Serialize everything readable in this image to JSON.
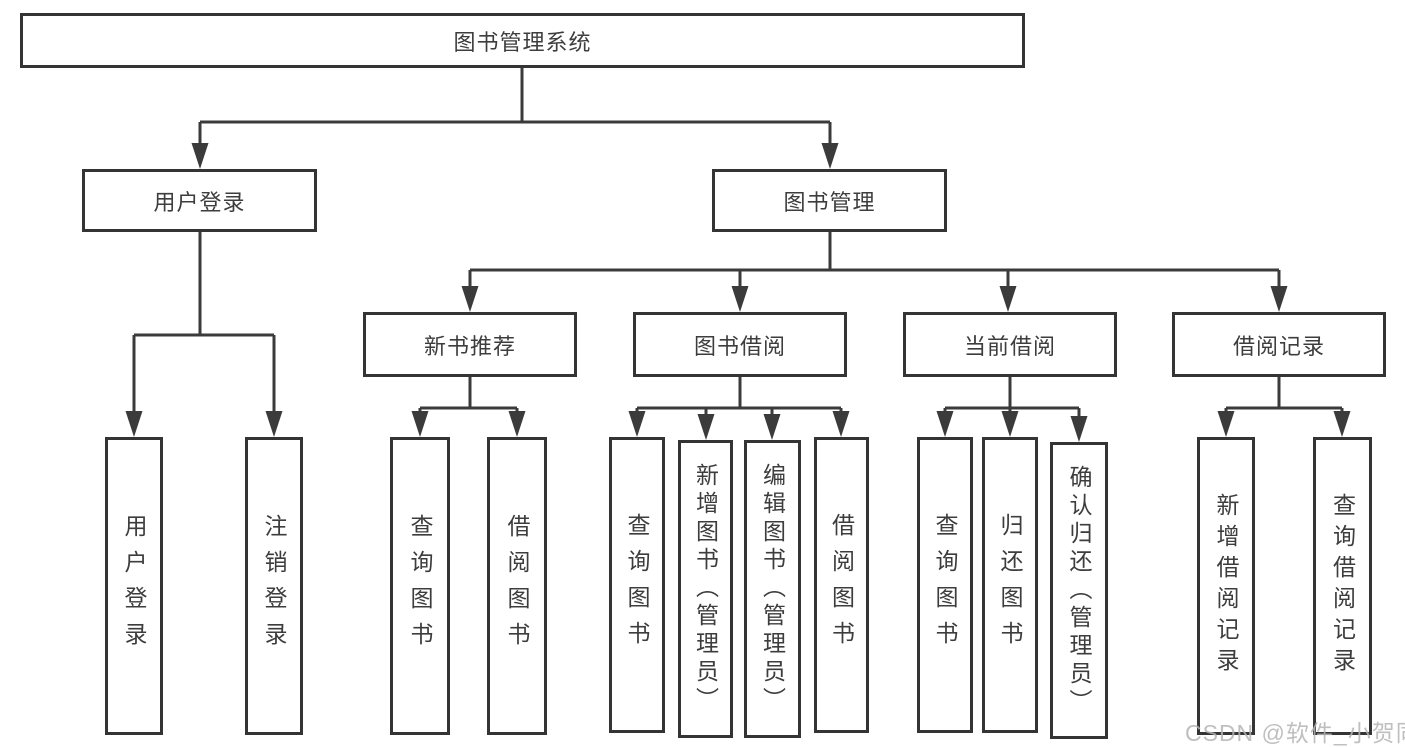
{
  "diagram": {
    "type": "tree",
    "root": {
      "label": "图书管理系统",
      "children": [
        {
          "label": "用户登录",
          "children": [
            {
              "label": "用户登录"
            },
            {
              "label": "注销登录"
            }
          ]
        },
        {
          "label": "图书管理",
          "children": [
            {
              "label": "新书推荐",
              "children": [
                {
                  "label": "查询图书"
                },
                {
                  "label": "借阅图书"
                }
              ]
            },
            {
              "label": "图书借阅",
              "children": [
                {
                  "label": "查询图书"
                },
                {
                  "label": "新增图书（管理员）"
                },
                {
                  "label": "编辑图书（管理员）"
                },
                {
                  "label": "借阅图书"
                }
              ]
            },
            {
              "label": "当前借阅",
              "children": [
                {
                  "label": "查询图书"
                },
                {
                  "label": "归还图书"
                },
                {
                  "label": "确认归还（管理员）"
                }
              ]
            },
            {
              "label": "借阅记录",
              "children": [
                {
                  "label": "新增借阅记录"
                },
                {
                  "label": "查询借阅记录"
                }
              ]
            }
          ]
        }
      ]
    }
  },
  "watermark": {
    "text": "CSDN @软件_小贺同学",
    "color": "#b4b4b4"
  },
  "colors": {
    "line": "#3b3b3b",
    "box_border": "#343434",
    "text": "#3d3d3d",
    "background": "#ffffff"
  }
}
